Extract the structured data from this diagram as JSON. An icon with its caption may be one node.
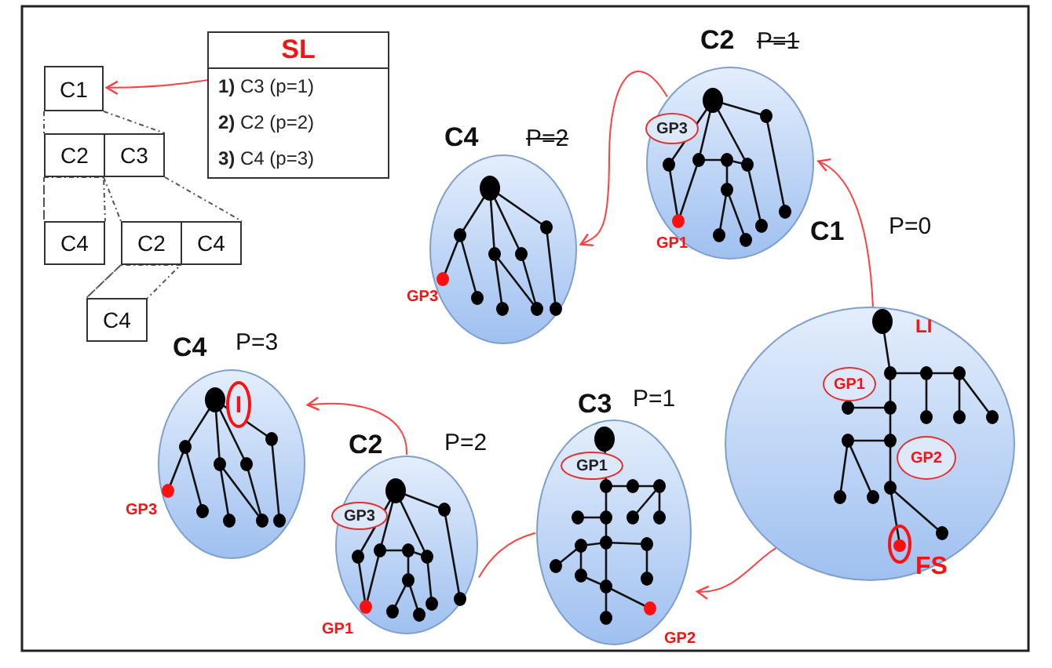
{
  "diagram": {
    "nodes": [
      {
        "text": [
          "SL",
          "**1)** C3 (p=1)",
          "**2)** C2 (p=2)",
          "**3)** C4 (p=3)"
        ]
      },
      {
        "text": [
          "C1"
        ]
      },
      {
        "text": [
          "C2"
        ]
      },
      {
        "text": [
          "C3"
        ]
      },
      {
        "text": [
          "C4"
        ]
      },
      {
        "text": [
          "C2"
        ]
      },
      {
        "text": [
          "C4"
        ]
      },
      {
        "text": [
          "C4"
        ]
      },
      {
        "text": [
          "C1"
        ],
        "beside": [
          "P=0"
        ]
      },
      {
        "text": [
          "GP1"
        ],
        "in": 8
      },
      {
        "text": [
          "GP2"
        ],
        "in": 8
      },
      {
        "text": [
          "FS"
        ],
        "in": 8
      },
      {
        "text": [
          "C2"
        ],
        "beside": [
          "P=1"
        ]
      },
      {
        "text": [
          "GP3"
        ],
        "in": 12
      },
      {
        "text": [
          "C4"
        ],
        "beside": [
          "P=2"
        ]
      },
      {
        "text": [
          "C4"
        ],
        "beside": [
          "P=3"
        ]
      },
      {
        "text": [
          "I"
        ],
        "in": 15
      },
      {
        "text": [
          "C2"
        ],
        "beside": [
          "P=2"
        ]
      },
      {
        "text": [
          "GP3"
        ],
        "in": 17
      },
      {
        "text": [
          "C3"
        ],
        "beside": [
          "P=1"
        ]
      },
      {
        "text": [
          "GP1"
        ],
        "in": 19
      }
    ],
    "edges": [
      {
        "from": 0,
        "to": 1,
        "arrow": "to",
        "color": "#ff4040"
      },
      {
        "from": 1,
        "to": 2,
        "arrow": "none",
        "style": "dashed",
        "color": "#555555"
      },
      {
        "from": 1,
        "to": 3,
        "arrow": "none",
        "style": "dashed",
        "color": "#555555"
      },
      {
        "from": 2,
        "to": 4,
        "arrow": "none",
        "style": "dashed",
        "color": "#555555"
      },
      {
        "from": 3,
        "to": 5,
        "arrow": "none",
        "style": "dashed",
        "color": "#555555"
      },
      {
        "from": 3,
        "to": 6,
        "arrow": "none",
        "style": "dashed",
        "color": "#555555"
      },
      {
        "from": 5,
        "to": 7,
        "arrow": "none",
        "style": "dashed",
        "color": "#555555"
      },
      {
        "from": 8,
        "to": 12,
        "arrow": "to",
        "color": "#ff4040"
      },
      {
        "from": 12,
        "to": 14,
        "arrow": "to",
        "color": "#ff4040"
      },
      {
        "from": 8,
        "to": 19,
        "arrow": "to",
        "color": "#ff4040"
      },
      {
        "from": 19,
        "to": 17,
        "arrow": "none",
        "color": "#ff4040"
      },
      {
        "from": 17,
        "to": 15,
        "arrow": "to",
        "color": "#ff4040"
      }
    ],
    "labels": [
      "LI",
      "GP1",
      "GP3",
      "GP3",
      "GP1",
      "GP2"
    ]
  }
}
